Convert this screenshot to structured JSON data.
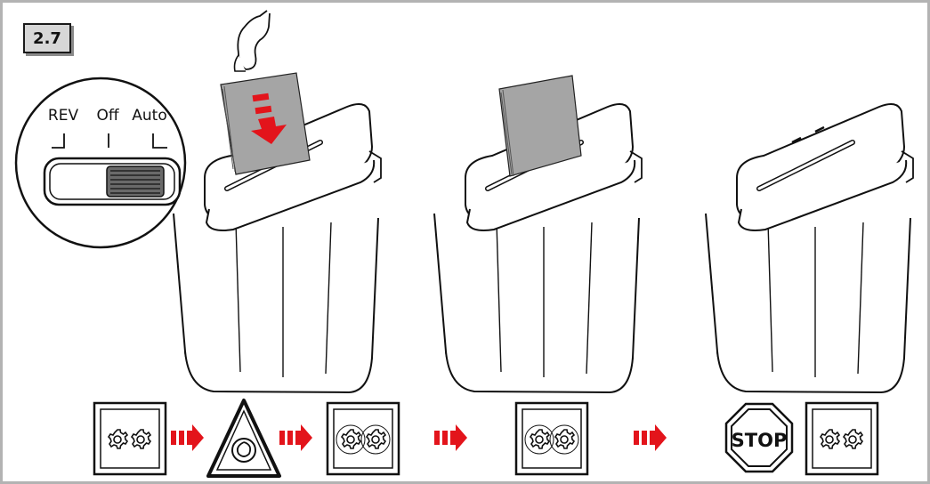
{
  "step": {
    "number": "2.7"
  },
  "switch": {
    "labels": [
      "REV",
      "Off",
      "Auto"
    ],
    "selected": "Auto"
  },
  "panels": [
    {
      "paper": "feeding-with-hand",
      "arrow": "down"
    },
    {
      "paper": "partially-inserted"
    },
    {
      "paper": "none"
    }
  ],
  "sequence": {
    "stop_label": "STOP",
    "icons": [
      "gears-idle-icon",
      "auto-start-warning-icon",
      "gears-running-icon",
      "gears-running-icon",
      "stop-sign-icon",
      "gears-idle-icon"
    ]
  },
  "colors": {
    "arrow": "#e3141b",
    "paper": "#9b9b9b",
    "badge": "#d7d7d7",
    "frame": "#b3b3b3"
  }
}
